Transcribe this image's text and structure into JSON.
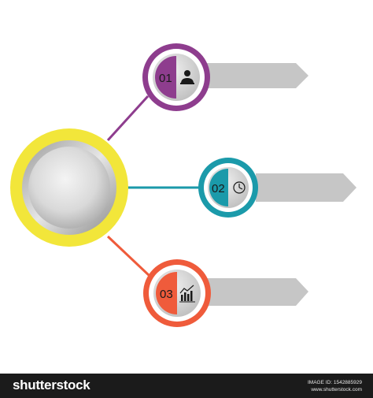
{
  "nodes": [
    {
      "number": "01",
      "icon": "person-icon",
      "color": "#8e3d8e"
    },
    {
      "number": "02",
      "icon": "clock-icon",
      "color": "#1b9aaa"
    },
    {
      "number": "03",
      "icon": "chart-icon",
      "color": "#ef5b3b"
    }
  ],
  "hub": {
    "ring_color": "#f2e63a"
  },
  "footer": {
    "brand": "shutterstock",
    "image_id_line": "IMAGE ID: 1542885929",
    "site": "www.shutterstock.com"
  }
}
